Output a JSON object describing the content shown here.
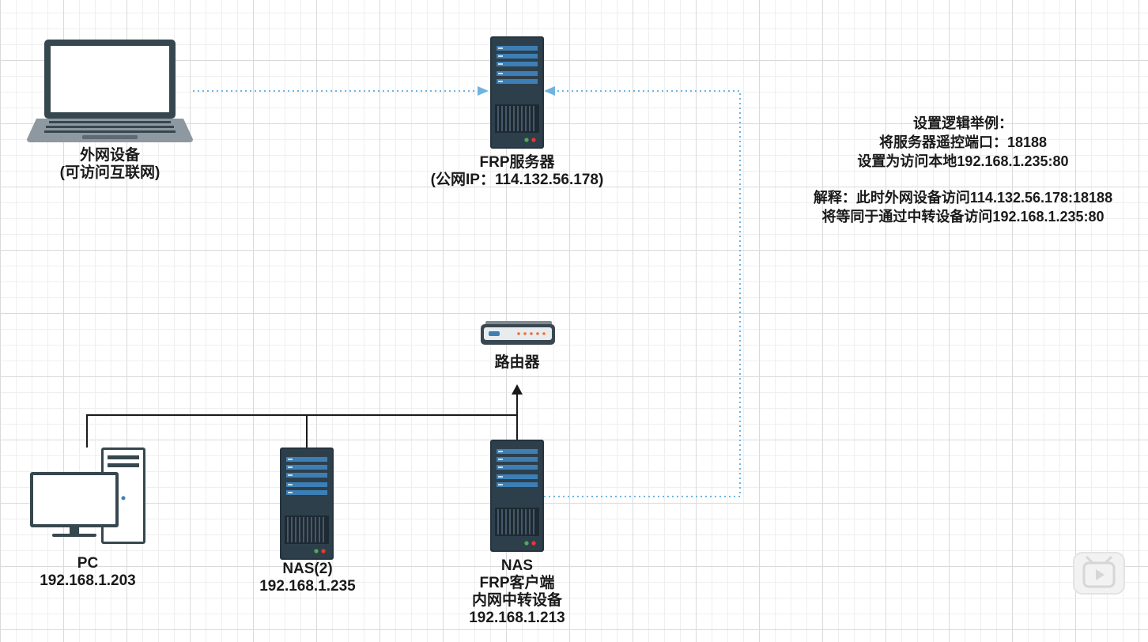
{
  "devices": {
    "laptop": {
      "icon": "laptop-icon",
      "lines": [
        "外网设备",
        "(可访问互联网)"
      ]
    },
    "frp_server": {
      "icon": "server-icon",
      "lines": [
        "FRP服务器",
        "(公网IP：114.132.56.178)"
      ]
    },
    "router": {
      "icon": "router-icon",
      "lines": [
        "路由器"
      ]
    },
    "pc": {
      "icon": "desktop-pc-icon",
      "lines": [
        "PC",
        "192.168.1.203"
      ]
    },
    "nas2": {
      "icon": "server-icon",
      "lines": [
        "NAS(2)",
        "192.168.1.235"
      ]
    },
    "nas": {
      "icon": "server-icon",
      "lines": [
        "NAS",
        "FRP客户端",
        "内网中转设备",
        "192.168.1.213"
      ]
    }
  },
  "note": {
    "example": [
      "设置逻辑举例：",
      "将服务器遥控端口：18188",
      "设置为访问本地192.168.1.235:80"
    ],
    "explain": [
      "解释：此时外网设备访问114.132.56.178:18188",
      "将等同于通过中转设备访问192.168.1.235:80"
    ]
  },
  "colors": {
    "server_body": "#25343f",
    "server_panel": "#3d7fb5",
    "laptop_frame": "#37474f",
    "router_body": "#3a4751",
    "dotted_link": "#6fb3e0",
    "lan_line": "#1a1a1a"
  },
  "overlay": {
    "icon": "play-badge-icon"
  }
}
